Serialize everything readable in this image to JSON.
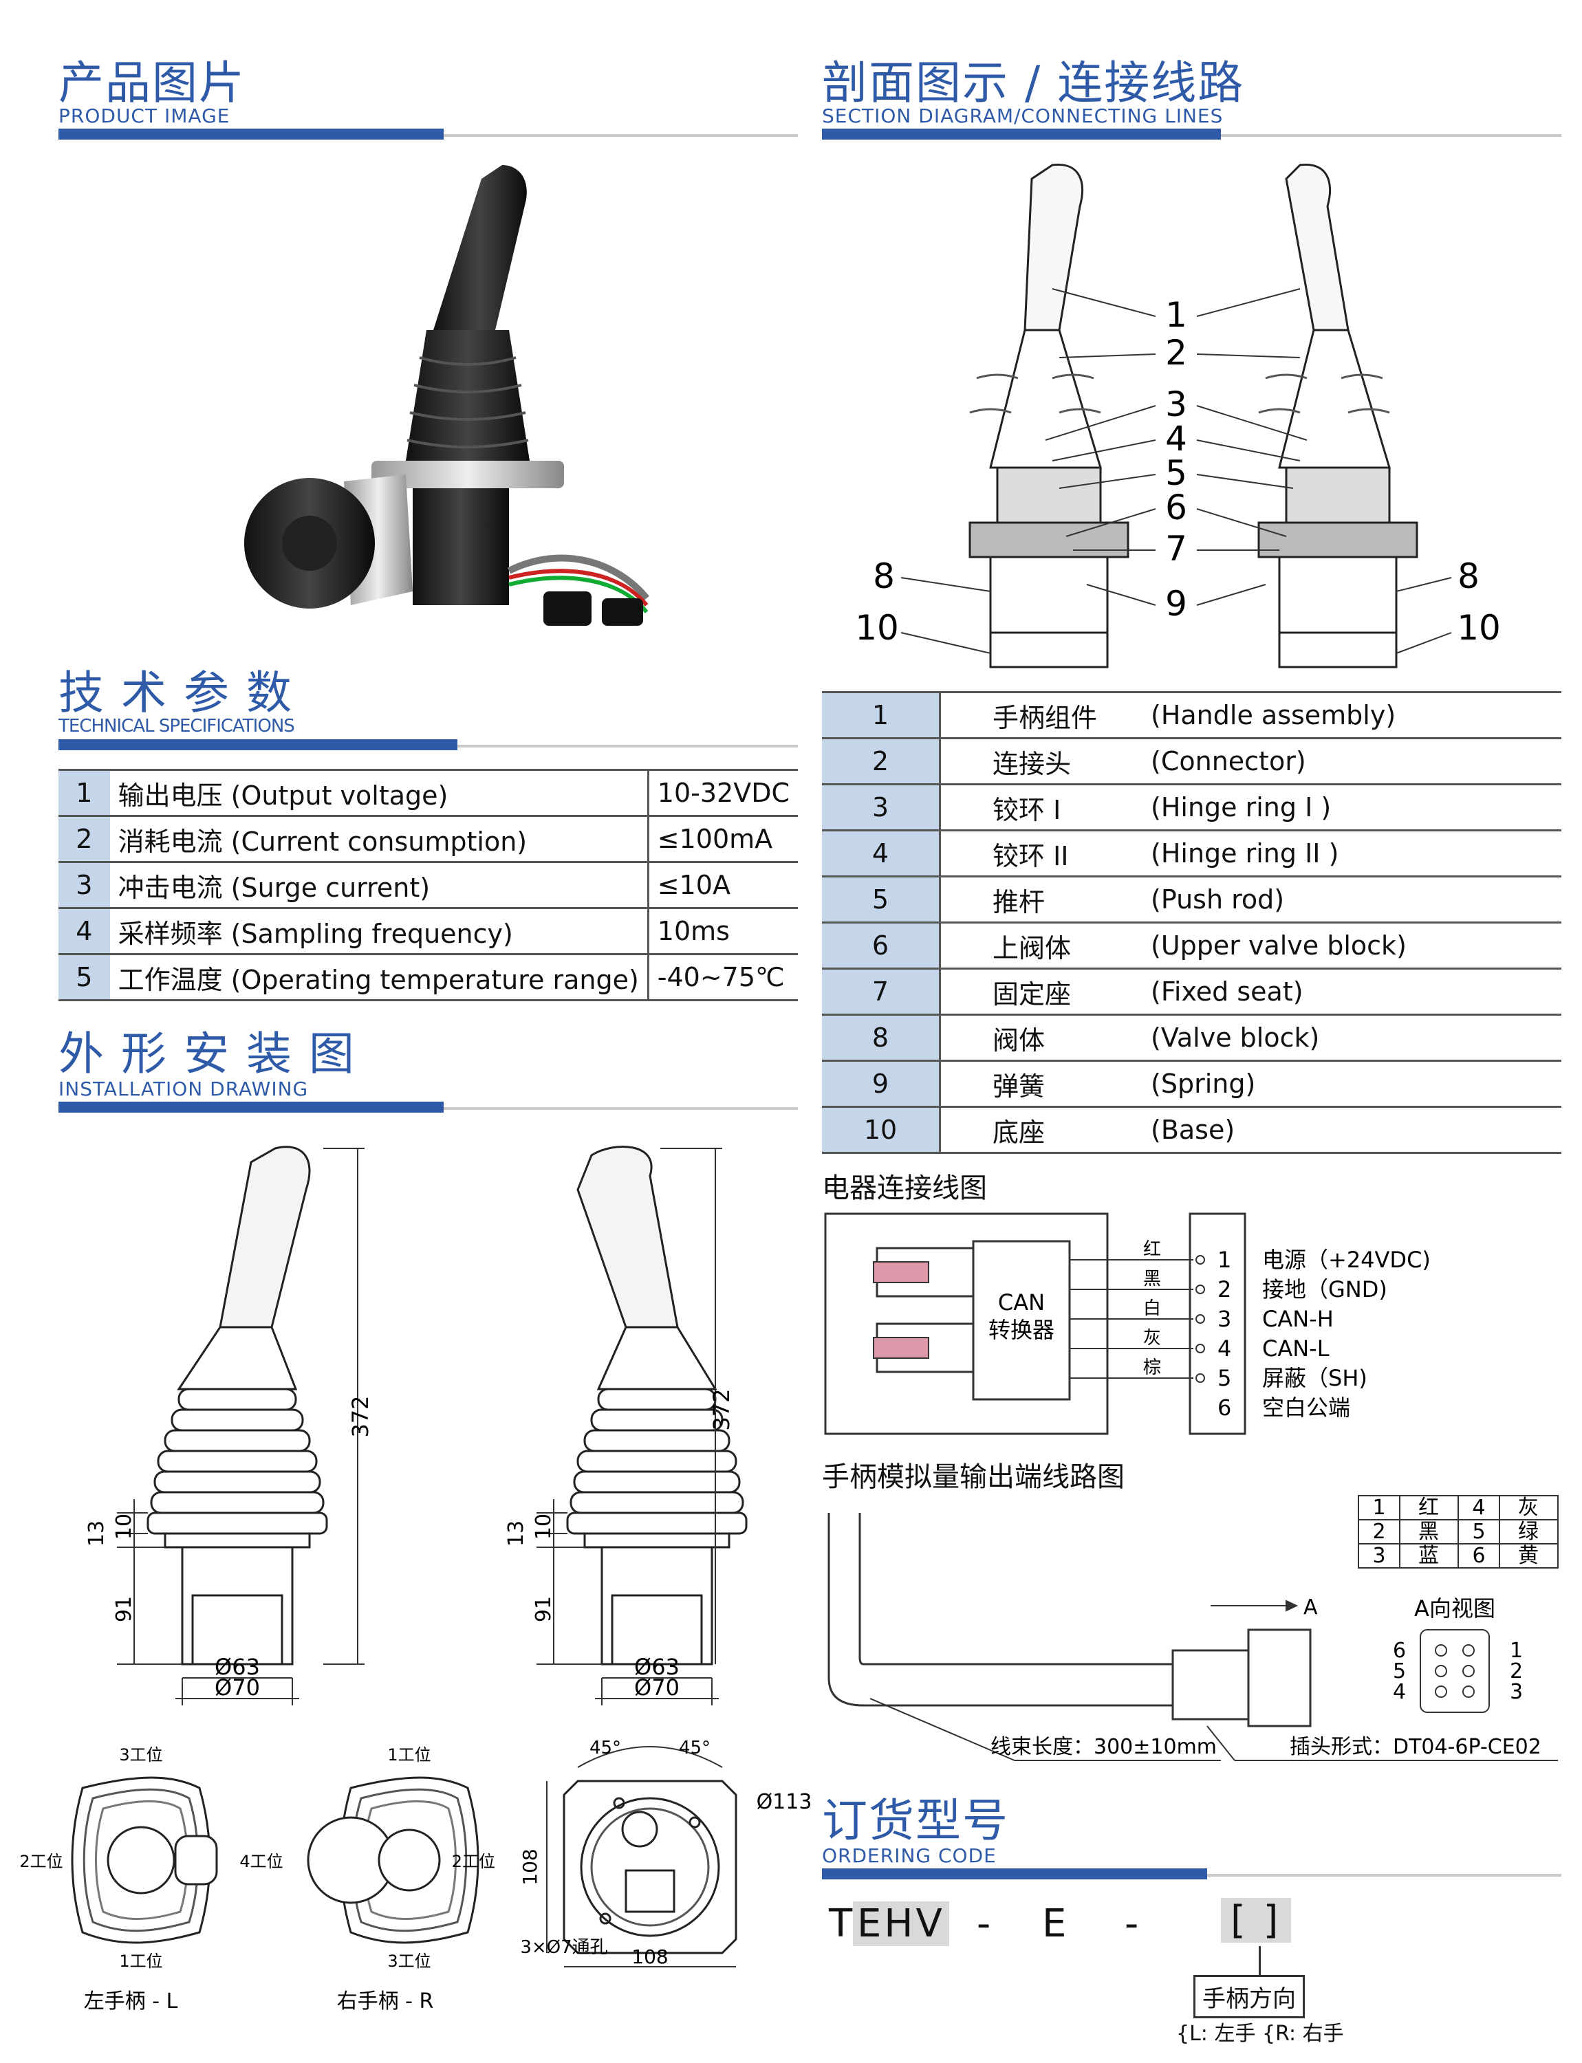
{
  "product_image": {
    "title": "产品图片",
    "subtitle": "PRODUCT IMAGE"
  },
  "section_diagram": {
    "title": "剖面图示 / 连接线路",
    "subtitle": "SECTION DIAGRAM/CONNECTING LINES"
  },
  "tech_specs": {
    "title": "技 术 参 数",
    "subtitle": "TECHNICAL SPECIFICATIONS",
    "rows": [
      {
        "num": "1",
        "name": "输出电压 (Output voltage)",
        "value": "10-32VDC"
      },
      {
        "num": "2",
        "name": "消耗电流 (Current consumption)",
        "value": "≤100mA"
      },
      {
        "num": "3",
        "name": "冲击电流 (Surge current)",
        "value": "≤10A"
      },
      {
        "num": "4",
        "name": "采样频率 (Sampling frequency)",
        "value": "10ms"
      },
      {
        "num": "5",
        "name": "工作温度 (Operating temperature range)",
        "value": "-40~75℃"
      }
    ]
  },
  "installation": {
    "title": "外 形 安 装 图",
    "subtitle": "INSTALLATION DRAWING",
    "dims": {
      "h372": "372",
      "h10": "10",
      "h13": "13",
      "h91": "91",
      "d63": "Ø63",
      "d70": "Ø70",
      "d113": "Ø113",
      "w108": "108",
      "h108": "108",
      "a45": "45°",
      "holes": "3×Ø7通孔"
    },
    "positions": {
      "p1": "1工位",
      "p2": "2工位",
      "p3": "3工位",
      "p4": "4工位"
    },
    "left_label": "左手柄 - L",
    "right_label": "右手柄 - R"
  },
  "callouts": [
    "1",
    "2",
    "3",
    "4",
    "5",
    "6",
    "7",
    "8",
    "9",
    "10"
  ],
  "parts": [
    {
      "num": "1",
      "cn": "手柄组件",
      "en": "(Handle assembly)"
    },
    {
      "num": "2",
      "cn": "连接头",
      "en": "(Connector)"
    },
    {
      "num": "3",
      "cn": "铰环 I",
      "en": "(Hinge ring I )"
    },
    {
      "num": "4",
      "cn": "铰环 II",
      "en": "(Hinge ring II )"
    },
    {
      "num": "5",
      "cn": "推杆",
      "en": "(Push rod)"
    },
    {
      "num": "6",
      "cn": "上阀体",
      "en": "(Upper valve block)"
    },
    {
      "num": "7",
      "cn": "固定座",
      "en": "(Fixed seat)"
    },
    {
      "num": "8",
      "cn": "阀体",
      "en": "(Valve block)"
    },
    {
      "num": "9",
      "cn": "弹簧",
      "en": "(Spring)"
    },
    {
      "num": "10",
      "cn": "底座",
      "en": "(Base)"
    }
  ],
  "wiring": {
    "title": "电器连接线图",
    "can_l1": "CAN",
    "can_l2": "转换器",
    "colors": [
      "红",
      "黑",
      "白",
      "灰",
      "棕"
    ],
    "pins": [
      {
        "n": "1",
        "desc": "电源（+24VDC)"
      },
      {
        "n": "2",
        "desc": "接地（GND)"
      },
      {
        "n": "3",
        "desc": "CAN-H"
      },
      {
        "n": "4",
        "desc": "CAN-L"
      },
      {
        "n": "5",
        "desc": "屏蔽（SH)"
      },
      {
        "n": "6",
        "desc": "空白公端"
      }
    ]
  },
  "analog": {
    "title": "手柄模拟量输出端线路图",
    "color_table": [
      [
        "1",
        "红",
        "4",
        "灰"
      ],
      [
        "2",
        "黑",
        "5",
        "绿"
      ],
      [
        "3",
        "蓝",
        "6",
        "黄"
      ]
    ],
    "arrow_a": "A",
    "view_a": "A向视图",
    "pin_left": [
      "6",
      "5",
      "4"
    ],
    "pin_right": [
      "1",
      "2",
      "3"
    ],
    "harness": "线束长度：300±10mm",
    "plug": "插头形式：DT04-6P-CE02"
  },
  "ordering": {
    "title": "订货型号",
    "subtitle": "ORDERING CODE",
    "t": "T",
    "ehv": "EHV",
    "dash1": "-",
    "e": "E",
    "dash2": "-",
    "bracket": "[ ]",
    "direction": "手柄方向",
    "options": "{L: 左手 {R: 右手"
  }
}
